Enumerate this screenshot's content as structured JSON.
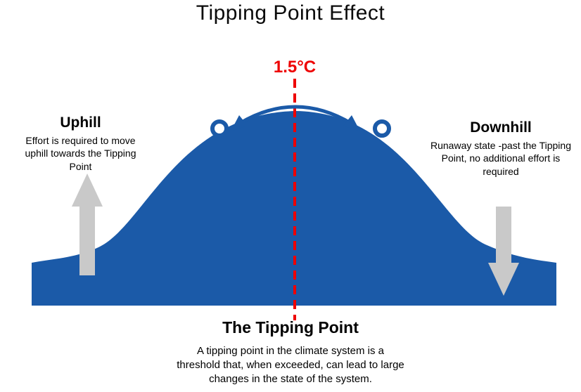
{
  "title": "Tipping Point Effect",
  "threshold": {
    "label": "1.5°C"
  },
  "uphill": {
    "heading": "Uphill",
    "description": "Effort is required to move uphill towards the Tipping Point"
  },
  "downhill": {
    "heading": "Downhill",
    "description": "Runaway state -past the Tipping Point, no additional effort is required"
  },
  "tipping_point": {
    "heading": "The Tipping Point",
    "description": "A tipping point in the climate system is a threshold that, when exceeded, can lead to large changes in the state of the system."
  },
  "colors": {
    "hill_blue": "#1b5aa8",
    "threshold_red": "#ee0000",
    "arrow_gray": "#c9c9c9"
  },
  "icons": {
    "up_arrow": "uphill-effort-arrow",
    "down_arrow": "downhill-runaway-arrow",
    "balance_arrow": "tipping-balance-double-arrow",
    "left_ball": "ball-before-tipping-point",
    "right_ball": "ball-past-tipping-point",
    "dashed_line": "threshold-dashed-line"
  }
}
